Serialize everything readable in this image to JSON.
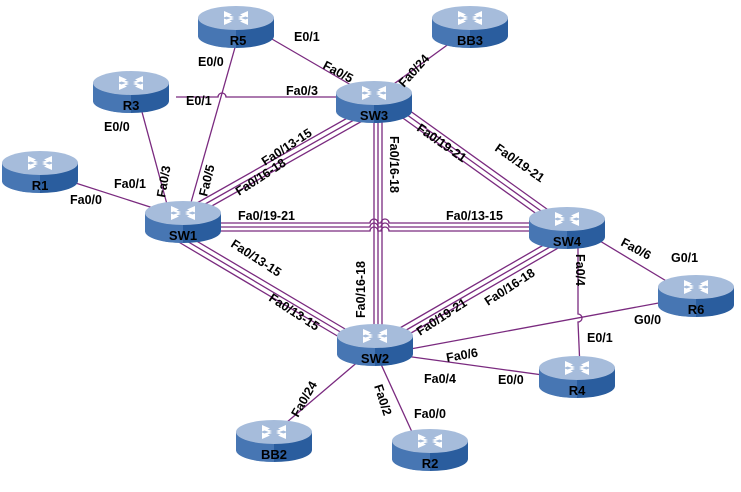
{
  "colors": {
    "link": "#7a2a7f",
    "device_top": "#9fb6d6",
    "device_side_light": "#5c86bd",
    "device_side_dark": "#1f4f8f",
    "arrows": "#ffffff",
    "label": "#000000"
  },
  "devices": {
    "R1": "R1",
    "R2": "R2",
    "R3": "R3",
    "R4": "R4",
    "R5": "R5",
    "R6": "R6",
    "SW1": "SW1",
    "SW2": "SW2",
    "SW3": "SW3",
    "SW4": "SW4",
    "BB2": "BB2",
    "BB3": "BB3"
  },
  "links": {
    "r1_sw1": {
      "a": "Fa0/0",
      "b": "Fa0/1"
    },
    "r3_sw1": {
      "a": "E0/0",
      "b": "Fa0/3"
    },
    "r3_sw3": {
      "a": "E0/1",
      "b": "Fa0/3"
    },
    "r5_sw1": {
      "a": "E0/0",
      "b": "Fa0/5"
    },
    "r5_sw3": {
      "a": "E0/1",
      "b": "Fa0/5"
    },
    "bb3_sw3": {
      "a": "Fa0/24"
    },
    "sw1_sw3": {
      "a": "Fa0/16-18",
      "b": "Fa0/13-15"
    },
    "sw1_sw4": {
      "a": "Fa0/19-21",
      "b": "Fa0/13-15"
    },
    "sw1_sw2": {
      "a": "Fa0/13-15",
      "b": "Fa0/13-15"
    },
    "sw3_sw4": {
      "a": "Fa0/19-21",
      "b": "Fa0/19-21"
    },
    "sw3_sw2": {
      "a": "Fa0/16-18",
      "b": "Fa0/16-18"
    },
    "sw2_sw4": {
      "a": "Fa0/19-21",
      "b": "Fa0/16-18"
    },
    "sw4_r6": {
      "a": "Fa0/6",
      "b": "G0/1"
    },
    "sw4_r4": {
      "a": "Fa0/4",
      "b": "E0/1"
    },
    "sw2_r6": {
      "a": "Fa0/6",
      "b": "G0/0"
    },
    "sw2_r4": {
      "a": "Fa0/4",
      "b": "E0/0"
    },
    "sw2_bb2": {
      "a": "Fa0/24"
    },
    "sw2_r2": {
      "a": "Fa0/2",
      "b": "Fa0/0"
    }
  }
}
